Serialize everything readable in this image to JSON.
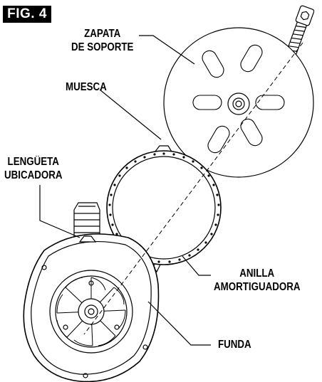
{
  "figure": {
    "badge": "FIG. 4"
  },
  "labels": {
    "zapata": [
      "ZAPATA",
      "DE SOPORTE"
    ],
    "muesca": "MUESCA",
    "lengueta": [
      "LENGÜETA",
      "UBICADORA"
    ],
    "anilla": [
      "ANILLA",
      "AMORTIGUADORA"
    ],
    "funda": "FUNDA"
  }
}
